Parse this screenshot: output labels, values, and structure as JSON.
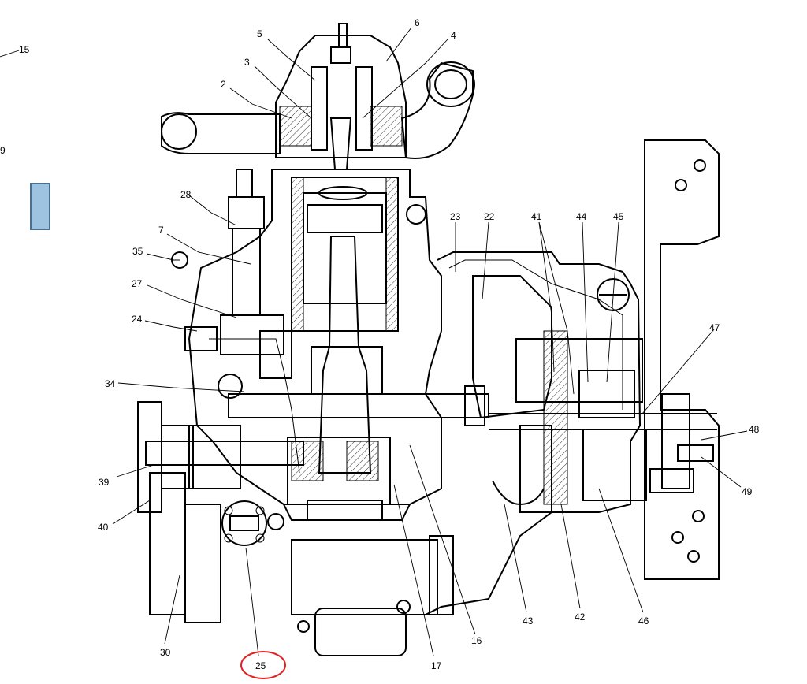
{
  "diagram": {
    "callouts": {
      "c2": "2",
      "c3": "3",
      "c4": "4",
      "c5": "5",
      "c6": "6",
      "c7": "7",
      "c9": "9",
      "c15": "15",
      "c16": "16",
      "c17": "17",
      "c22": "22",
      "c23": "23",
      "c24": "24",
      "c25": "25",
      "c27": "27",
      "c28": "28",
      "c30": "30",
      "c34": "34",
      "c35": "35",
      "c39": "39",
      "c40": "40",
      "c41": "41",
      "c42": "42",
      "c43": "43",
      "c44": "44",
      "c45": "45",
      "c46": "46",
      "c47": "47",
      "c48": "48",
      "c49": "49"
    },
    "highlighted_callout": "25",
    "colors": {
      "highlight_ring": "#e02020",
      "side_marker": "#9dc3e0",
      "line": "#000000"
    }
  }
}
